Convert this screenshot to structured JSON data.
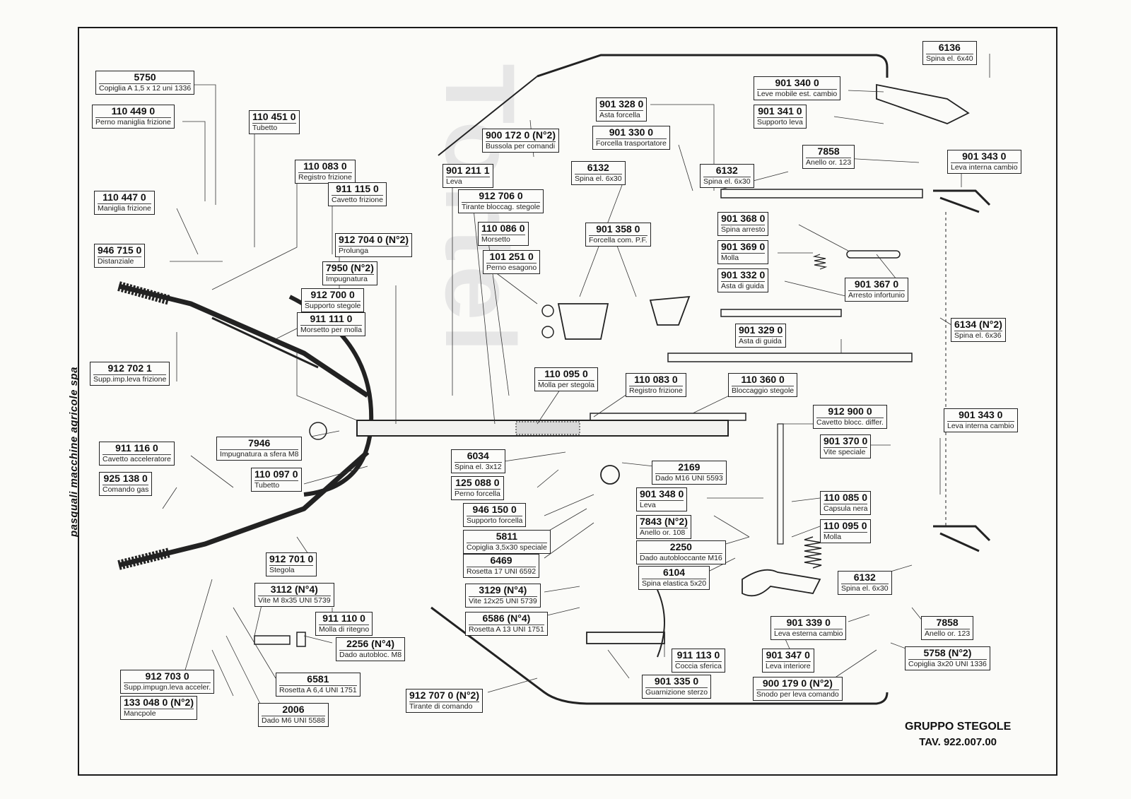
{
  "company": "pasquali macchine agricole spa",
  "watermark": "Tortel",
  "title": "GRUPPO STEGOLE",
  "table_ref": "TAV. 922.007.00",
  "labels": [
    {
      "code": "5750",
      "desc": "Copiglia A 1,5 x 12 uni 1336"
    },
    {
      "code": "110 449 0",
      "desc": "Perno maniglia frizione"
    },
    {
      "code": "110 451 0",
      "desc": "Tubetto"
    },
    {
      "code": "110 083 0",
      "desc": "Registro frizione"
    },
    {
      "code": "911 115 0",
      "desc": "Cavetto frizione"
    },
    {
      "code": "110 447 0",
      "desc": "Maniglia frizione"
    },
    {
      "code": "946 715 0",
      "desc": "Distanziale"
    },
    {
      "code": "912 704 0 (N°2)",
      "desc": "Prolunga"
    },
    {
      "code": "7950 (N°2)",
      "desc": "Impugnatura"
    },
    {
      "code": "912 700 0",
      "desc": "Supporto stegole"
    },
    {
      "code": "911 111 0",
      "desc": "Morsetto per molla"
    },
    {
      "code": "912 702 1",
      "desc": "Supp.imp.leva frizione"
    },
    {
      "code": "900 172 0 (N°2)",
      "desc": "Bussola per comandi"
    },
    {
      "code": "901 211 1",
      "desc": "Leva"
    },
    {
      "code": "912 706 0",
      "desc": "Tirante bloccag. stegole"
    },
    {
      "code": "110 086 0",
      "desc": "Morsetto"
    },
    {
      "code": "101 251 0",
      "desc": "Perno esagono"
    },
    {
      "code": "6132",
      "desc": "Spina el. 6x30"
    },
    {
      "code": "901 328 0",
      "desc": "Asta forcella"
    },
    {
      "code": "901 330 0",
      "desc": "Forcella trasportatore"
    },
    {
      "code": "901 358 0",
      "desc": "Forcella com. P.F."
    },
    {
      "code": "6136",
      "desc": "Spina el. 6x40"
    },
    {
      "code": "901 340 0",
      "desc": "Leve mobile est. cambio"
    },
    {
      "code": "901 341 0",
      "desc": "Supporto leva"
    },
    {
      "code": "7858",
      "desc": "Anello or. 123"
    },
    {
      "code": "6132",
      "desc": "Spina el. 6x30"
    },
    {
      "code": "901 343 0",
      "desc": "Leva interna cambio"
    },
    {
      "code": "901 368 0",
      "desc": "Spina arresto"
    },
    {
      "code": "901 369 0",
      "desc": "Molla"
    },
    {
      "code": "901 332 0",
      "desc": "Asta di guida"
    },
    {
      "code": "901 367 0",
      "desc": "Arresto infortunio"
    },
    {
      "code": "901 329 0",
      "desc": "Asta di guida"
    },
    {
      "code": "6134 (N°2)",
      "desc": "Spina el. 6x36"
    },
    {
      "code": "110 095 0",
      "desc": "Molla per stegola"
    },
    {
      "code": "110 083 0",
      "desc": "Registro frizione"
    },
    {
      "code": "110 360 0",
      "desc": "Bloccaggio stegole"
    },
    {
      "code": "912 900 0",
      "desc": "Cavetto blocc. differ."
    },
    {
      "code": "901 370 0",
      "desc": "Vite speciale"
    },
    {
      "code": "901 343 0",
      "desc": "Leva interna cambio"
    },
    {
      "code": "911 116 0",
      "desc": "Cavetto acceleratore"
    },
    {
      "code": "7946",
      "desc": "Impugnatura a sfera M8"
    },
    {
      "code": "925 138 0",
      "desc": "Comando gas"
    },
    {
      "code": "110 097 0",
      "desc": "Tubetto"
    },
    {
      "code": "6034",
      "desc": "Spina el. 3x12"
    },
    {
      "code": "125 088 0",
      "desc": "Perno forcella"
    },
    {
      "code": "2169",
      "desc": "Dado M16 UNI 5593"
    },
    {
      "code": "901 348 0",
      "desc": "Leva"
    },
    {
      "code": "946 150 0",
      "desc": "Supporto forcella"
    },
    {
      "code": "7843 (N°2)",
      "desc": "Anello or. 108"
    },
    {
      "code": "110 085 0",
      "desc": "Capsula nera"
    },
    {
      "code": "5811",
      "desc": "Copiglia 3,5x30 speciale"
    },
    {
      "code": "110 095 0",
      "desc": "Molla"
    },
    {
      "code": "6469",
      "desc": "Rosetta 17 UNI 6592"
    },
    {
      "code": "2250",
      "desc": "Dado autobloccante M16"
    },
    {
      "code": "6104",
      "desc": "Spina elastica 5x20"
    },
    {
      "code": "912 701 0",
      "desc": "Stegola"
    },
    {
      "code": "3112 (N°4)",
      "desc": "Vite M 8x35 UNI 5739"
    },
    {
      "code": "3129 (N°4)",
      "desc": "Vite 12x25 UNI 5739"
    },
    {
      "code": "6586 (N°4)",
      "desc": "Rosetta A 13 UNI 1751"
    },
    {
      "code": "911 110 0",
      "desc": "Molla di ritegno"
    },
    {
      "code": "2256 (N°4)",
      "desc": "Dado autobloc. M8"
    },
    {
      "code": "6132",
      "desc": "Spina el. 6x30"
    },
    {
      "code": "901 339 0",
      "desc": "Leva esterna cambio"
    },
    {
      "code": "7858",
      "desc": "Anello or. 123"
    },
    {
      "code": "911 113 0",
      "desc": "Coccia sferica"
    },
    {
      "code": "901 347 0",
      "desc": "Leva interiore"
    },
    {
      "code": "5758 (N°2)",
      "desc": "Copiglia 3x20 UNI 1336"
    },
    {
      "code": "912 703 0",
      "desc": "Supp.impugn.leva acceler."
    },
    {
      "code": "6581",
      "desc": "Rosetta A 6,4 UNI 1751"
    },
    {
      "code": "133 048 0 (N°2)",
      "desc": "Mancpole"
    },
    {
      "code": "2006",
      "desc": "Dado M6 UNI 5588"
    },
    {
      "code": "901 335 0",
      "desc": "Guarnizione sterzo"
    },
    {
      "code": "900 179 0 (N°2)",
      "desc": "Snodo per leva comando"
    },
    {
      "code": "912 707 0 (N°2)",
      "desc": "Tirante di comando"
    }
  ]
}
